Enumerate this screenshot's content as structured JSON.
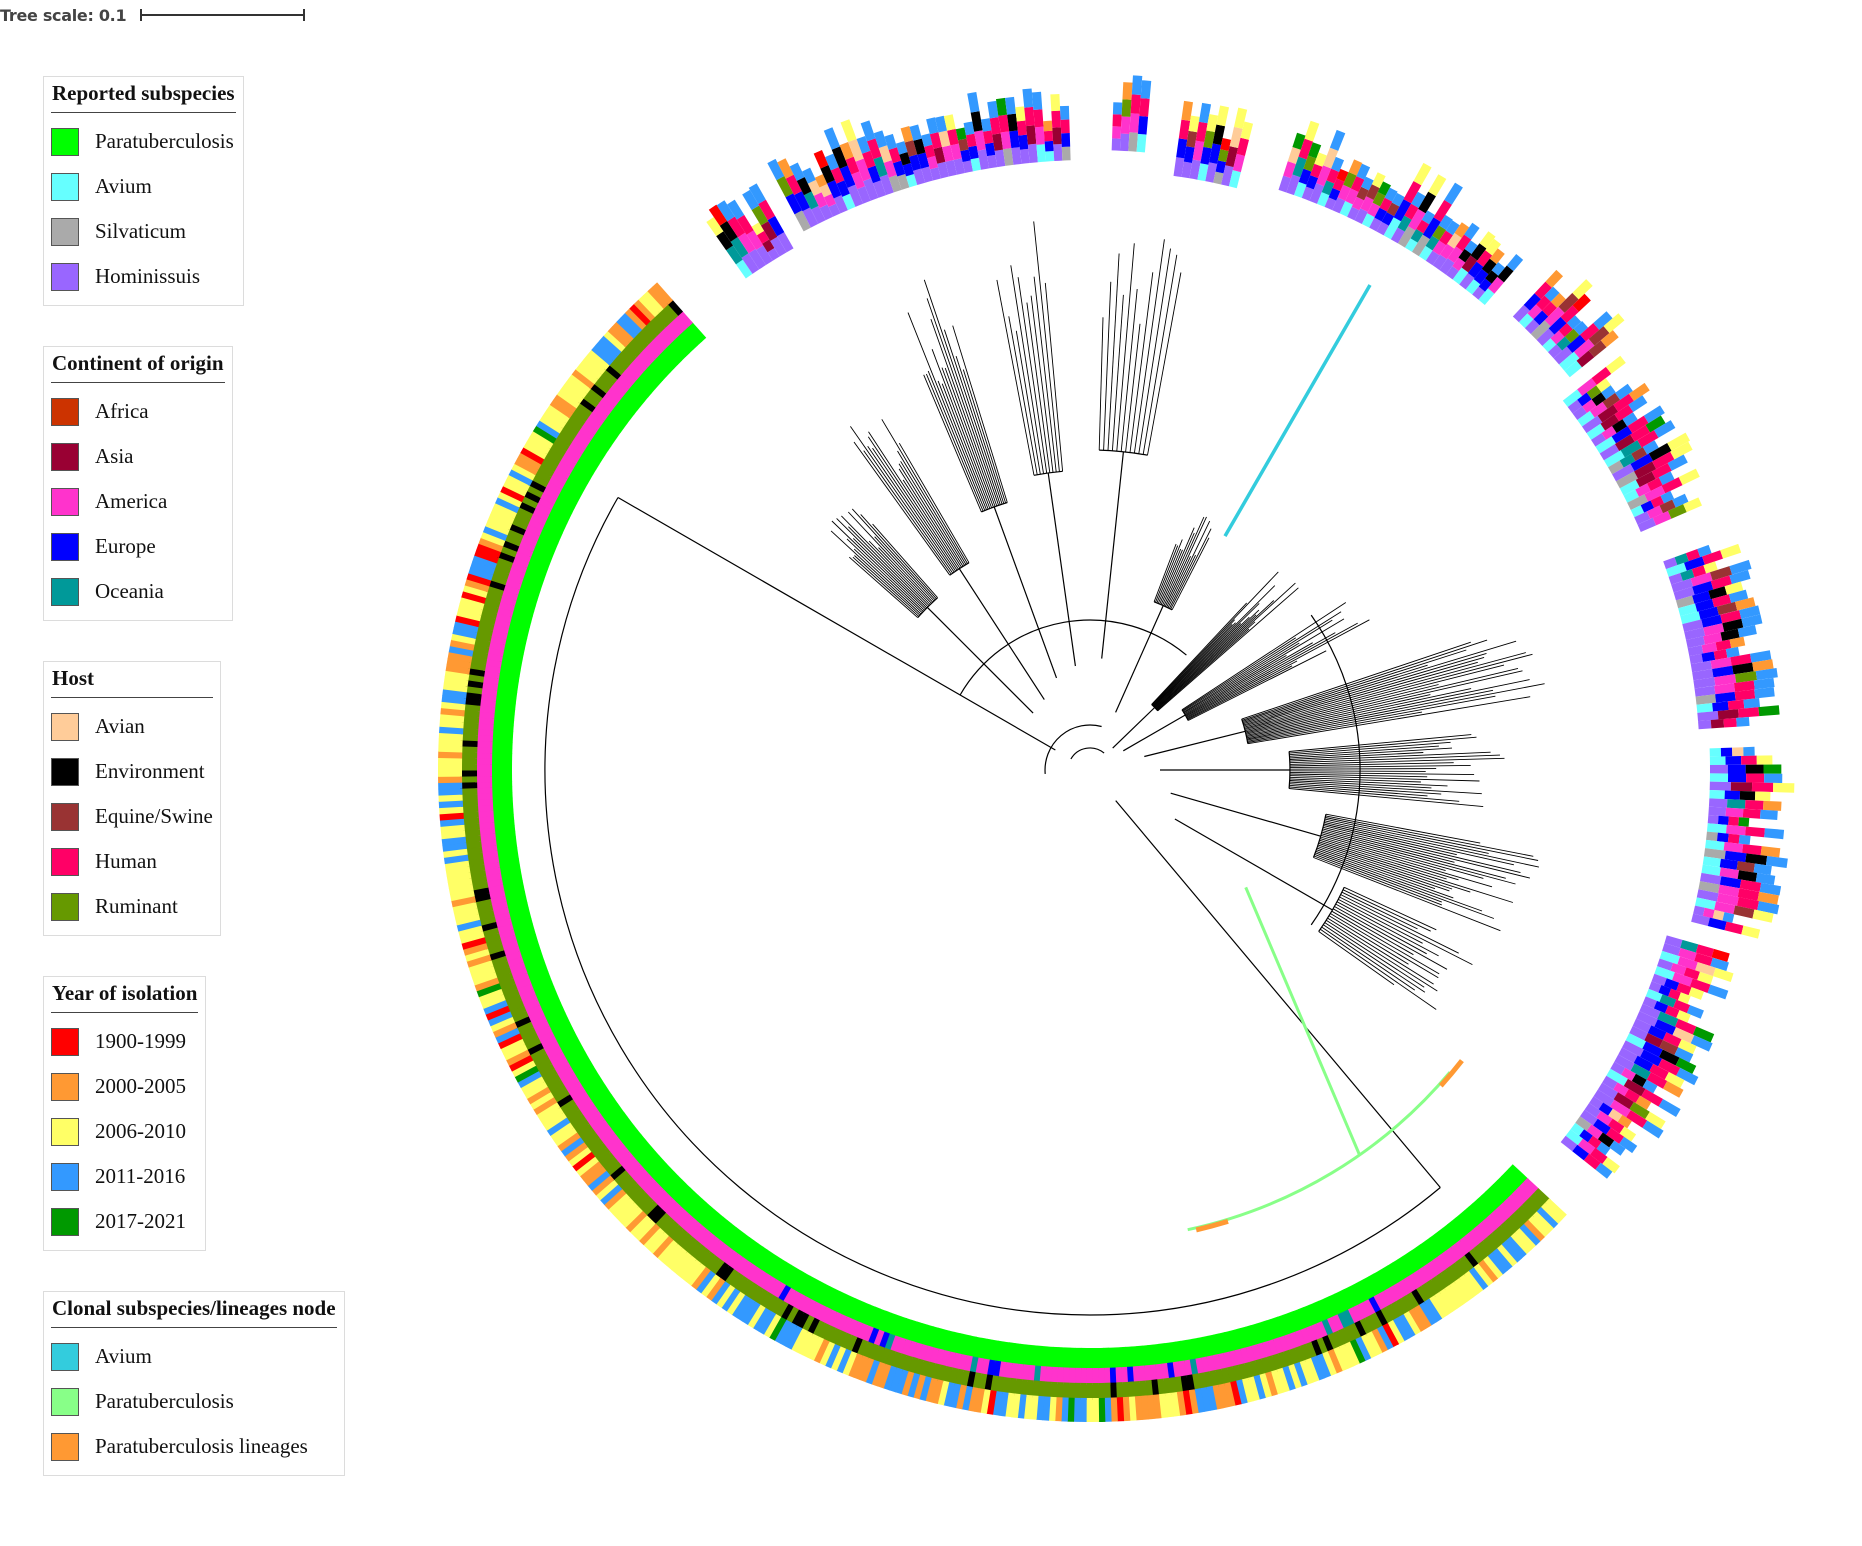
{
  "scale": {
    "label": "Tree scale: 0.1"
  },
  "legends": [
    {
      "title": "Reported subspecies",
      "items": [
        {
          "label": "Paratuberculosis",
          "color": "#00ff00"
        },
        {
          "label": "Avium",
          "color": "#66ffff"
        },
        {
          "label": "Silvaticum",
          "color": "#aaaaaa"
        },
        {
          "label": "Hominissuis",
          "color": "#9966ff"
        }
      ]
    },
    {
      "title": "Continent of origin",
      "items": [
        {
          "label": "Africa",
          "color": "#cc3300"
        },
        {
          "label": "Asia",
          "color": "#990033"
        },
        {
          "label": "America",
          "color": "#ff33cc"
        },
        {
          "label": "Europe",
          "color": "#0000ff"
        },
        {
          "label": "Oceania",
          "color": "#009999"
        }
      ]
    },
    {
      "title": "Host",
      "items": [
        {
          "label": "Avian",
          "color": "#ffcc99"
        },
        {
          "label": "Environment",
          "color": "#000000"
        },
        {
          "label": "Equine/Swine",
          "color": "#993333"
        },
        {
          "label": "Human",
          "color": "#ff0066"
        },
        {
          "label": "Ruminant",
          "color": "#669900"
        }
      ]
    },
    {
      "title": "Year of isolation",
      "items": [
        {
          "label": "1900-1999",
          "color": "#ff0000"
        },
        {
          "label": "2000-2005",
          "color": "#ff9933"
        },
        {
          "label": "2006-2010",
          "color": "#ffff66"
        },
        {
          "label": "2011-2016",
          "color": "#3399ff"
        },
        {
          "label": "2017-2021",
          "color": "#009900"
        }
      ]
    },
    {
      "title": "Clonal subspecies/lineages node",
      "items": [
        {
          "label": "Avium",
          "color": "#33ccdd"
        },
        {
          "label": "Paratuberculosis",
          "color": "#88ff88"
        },
        {
          "label": "Paratuberculosis lineages",
          "color": "#ff9933"
        }
      ]
    }
  ]
}
